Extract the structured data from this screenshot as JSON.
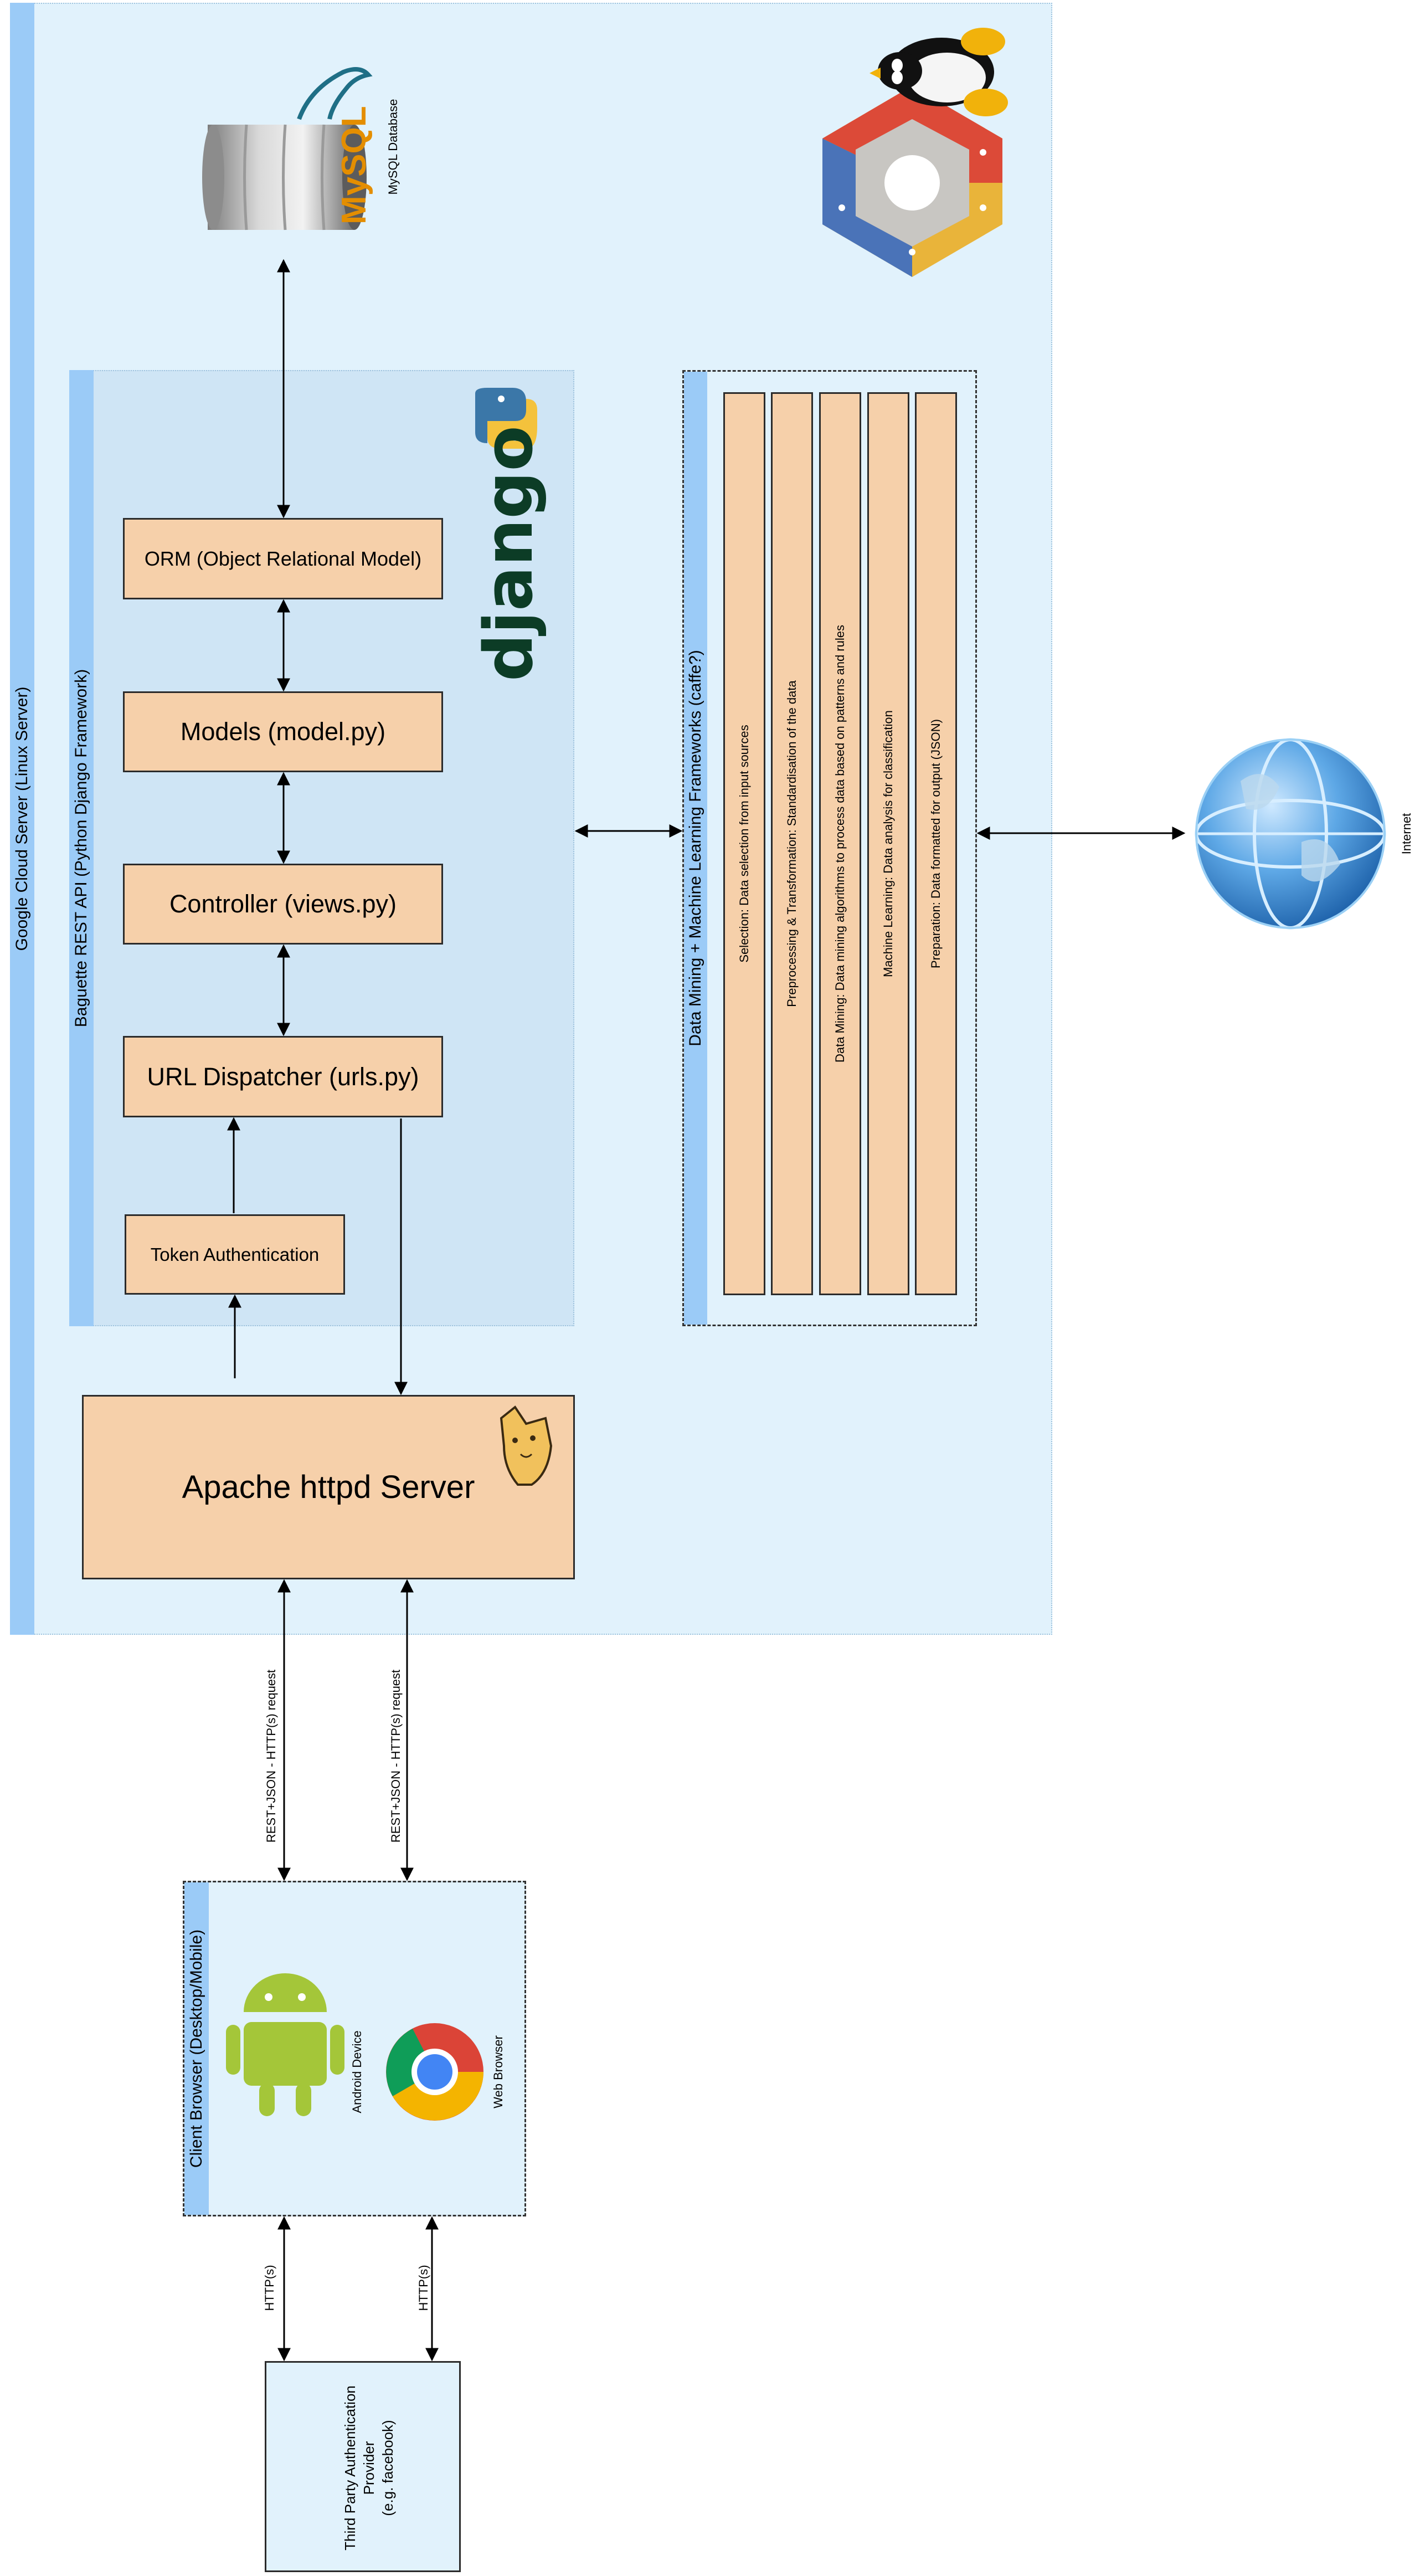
{
  "google_cloud": {
    "label": "Google Cloud Server (Linux Server)"
  },
  "mysql": {
    "logo_text": "MySQL",
    "label": "MySQL Database"
  },
  "django_api": {
    "label": "Baguette REST API (Python Django Framework)",
    "logo_text": "django",
    "boxes": {
      "orm": "ORM (Object Relational Model)",
      "models": "Models (model.py)",
      "controller": "Controller (views.py)",
      "dispatcher": "URL Dispatcher (urls.py)",
      "token": "Token Authentication"
    }
  },
  "data_mining": {
    "label": "Data Mining + Machine Learning Frameworks (caffe?)",
    "stages": [
      "Selection: Data selection from input sources",
      "Preprocessing & Transformation: Standardisation of the data",
      "Data Mining: Data mining algorithms to process data based on patterns and rules",
      "Machine Learning: Data analysis for classification",
      "Preparation: Data formatted for output (JSON)"
    ]
  },
  "internet": {
    "label": "Internet"
  },
  "apache": {
    "label": "Apache httpd Server"
  },
  "requests": {
    "left": "REST+JSON - HTTP(s) request",
    "right": "REST+JSON - HTTP(s) request"
  },
  "client": {
    "label": "Client Browser (Desktop/Mobile)",
    "android_label": "Android Device",
    "browser_label": "Web Browser"
  },
  "http_links": {
    "left": "HTTP(s)",
    "right": "HTTP(s)"
  },
  "third_party": {
    "line1": "Third Party Authentication",
    "line2": "Provider",
    "line3": "(e.g. facebook)"
  },
  "colors": {
    "swimlane_fill": "#e1f2fc",
    "stripe": "#9bcbf7",
    "box_fill": "#f6d0aa",
    "inner_fill": "#cfe5f5"
  }
}
